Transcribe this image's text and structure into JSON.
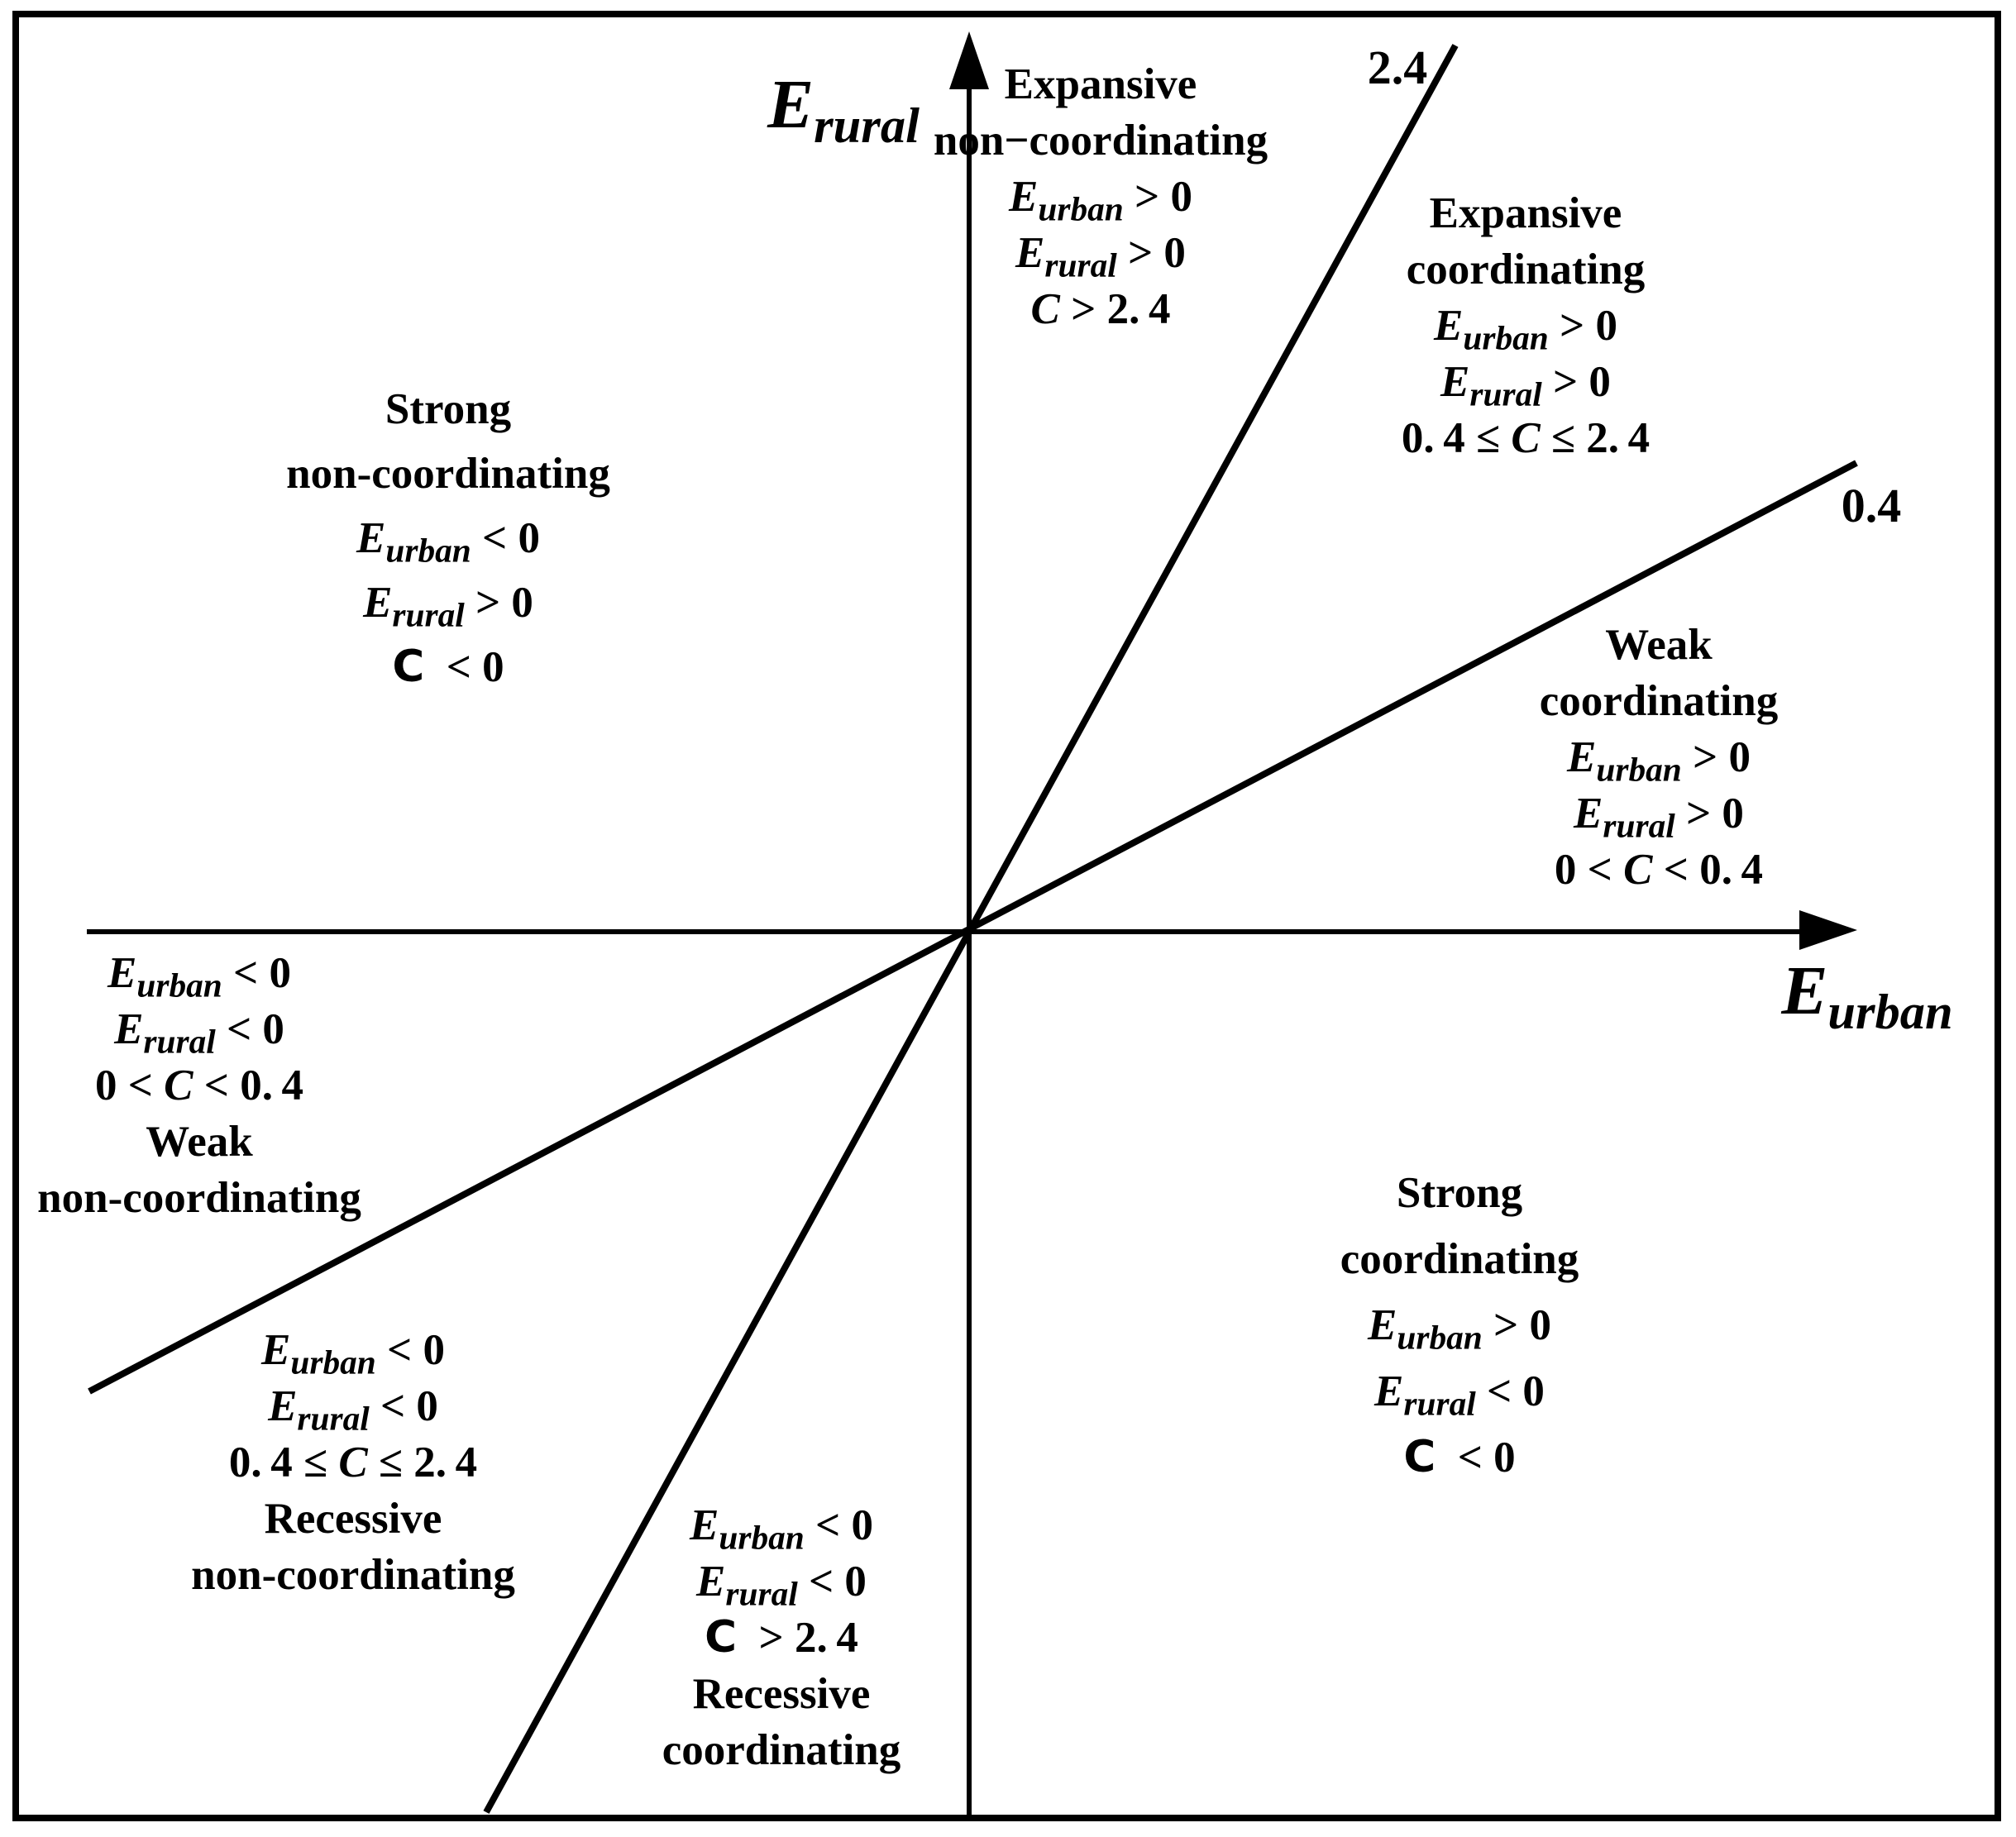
{
  "figure": {
    "background": "#ffffff",
    "ink": "#000000"
  },
  "axes": {
    "y_label": {
      "var": "E",
      "sub": "rural"
    },
    "x_label": {
      "var": "E",
      "sub": "urban"
    }
  },
  "lines": [
    {
      "name": "steep-line",
      "slope_label": "2.4"
    },
    {
      "name": "shallow-line",
      "slope_label": "0.4"
    }
  ],
  "regions": [
    {
      "id": "expansive-non-coordinating",
      "title1": "Expansive",
      "title2": "non−coordinating",
      "c1": {
        "pre": "",
        "var": "E",
        "sub": "urban",
        "post": " > 0",
        "var_style": "italic"
      },
      "c2": {
        "pre": "",
        "var": "E",
        "sub": "rural",
        "post": " > 0",
        "var_style": "italic"
      },
      "c3": {
        "pre": "",
        "var": "C",
        "sub": "",
        "post": " > 2. 4",
        "var_style": "italic"
      }
    },
    {
      "id": "expansive-coordinating",
      "title1": "Expansive",
      "title2": "coordinating",
      "c1": {
        "pre": "",
        "var": "E",
        "sub": "urban",
        "post": " > 0",
        "var_style": "italic"
      },
      "c2": {
        "pre": "",
        "var": "E",
        "sub": "rural",
        "post": " > 0",
        "var_style": "italic"
      },
      "c3": {
        "pre": "0. 4 ≤ ",
        "var": "C",
        "sub": "",
        "post": " ≤ 2. 4",
        "var_style": "italic"
      }
    },
    {
      "id": "strong-non-coordinating",
      "title1": "Strong",
      "title2": "non-coordinating",
      "c1": {
        "pre": "",
        "var": "E",
        "sub": "urban",
        "post": " < 0",
        "var_style": "italic"
      },
      "c2": {
        "pre": "",
        "var": "E",
        "sub": "rural",
        "post": " > 0",
        "var_style": "italic"
      },
      "c3": {
        "pre": "",
        "var": "C",
        "sub": "",
        "post": "  < 0",
        "var_style": "upright"
      }
    },
    {
      "id": "weak-coordinating",
      "title1": "Weak",
      "title2": "coordinating",
      "c1": {
        "pre": "",
        "var": "E",
        "sub": "urban",
        "post": " > 0",
        "var_style": "italic"
      },
      "c2": {
        "pre": "",
        "var": "E",
        "sub": "rural",
        "post": " > 0",
        "var_style": "italic"
      },
      "c3": {
        "pre": "0 < ",
        "var": "C",
        "sub": "",
        "post": " < 0. 4",
        "var_style": "italic"
      }
    },
    {
      "id": "weak-non-coordinating",
      "title1": "Weak",
      "title2": "non-coordinating",
      "c1": {
        "pre": "",
        "var": "E",
        "sub": "urban",
        "post": " < 0",
        "var_style": "italic"
      },
      "c2": {
        "pre": "",
        "var": "E",
        "sub": "rural",
        "post": " < 0",
        "var_style": "italic"
      },
      "c3": {
        "pre": "0 < ",
        "var": "C",
        "sub": "",
        "post": " < 0. 4",
        "var_style": "italic"
      }
    },
    {
      "id": "recessive-non-coordinating",
      "title1": "Recessive",
      "title2": "non-coordinating",
      "c1": {
        "pre": "",
        "var": "E",
        "sub": "urban",
        "post": " < 0",
        "var_style": "italic"
      },
      "c2": {
        "pre": "",
        "var": "E",
        "sub": "rural",
        "post": " < 0",
        "var_style": "italic"
      },
      "c3": {
        "pre": "0. 4 ≤ ",
        "var": "C",
        "sub": "",
        "post": " ≤ 2. 4",
        "var_style": "italic"
      }
    },
    {
      "id": "recessive-coordinating",
      "title1": "Recessive",
      "title2": "coordinating",
      "c1": {
        "pre": "",
        "var": "E",
        "sub": "urban",
        "post": " < 0",
        "var_style": "italic"
      },
      "c2": {
        "pre": "",
        "var": "E",
        "sub": "rural",
        "post": " < 0",
        "var_style": "italic"
      },
      "c3": {
        "pre": "",
        "var": "C",
        "sub": "",
        "post": "  > 2. 4",
        "var_style": "upright"
      }
    },
    {
      "id": "strong-coordinating",
      "title1": "Strong",
      "title2": "coordinating",
      "c1": {
        "pre": "",
        "var": "E",
        "sub": "urban",
        "post": " > 0",
        "var_style": "italic"
      },
      "c2": {
        "pre": "",
        "var": "E",
        "sub": "rural",
        "post": " < 0",
        "var_style": "italic"
      },
      "c3": {
        "pre": "",
        "var": "C",
        "sub": "",
        "post": "  < 0",
        "var_style": "upright"
      }
    }
  ]
}
